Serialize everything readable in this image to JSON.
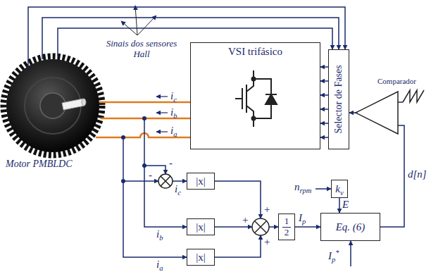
{
  "diagram": {
    "nodes": [
      {
        "text": [
          "VSI trifásico"
        ]
      },
      {
        "text": [
          "Selector de Fases"
        ]
      },
      {
        "text": [
          "|x|"
        ]
      },
      {
        "text": [
          "|x|"
        ]
      },
      {
        "text": [
          "|x|"
        ]
      },
      {
        "text": [
          "1",
          "2"
        ]
      },
      {
        "text": [
          "kv"
        ]
      },
      {
        "text": [
          "Eq. (6)"
        ]
      }
    ],
    "edges": [
      {
        "from": 1,
        "to": 0,
        "arrow": "to"
      },
      {
        "from": 5,
        "to": 7,
        "arrow": "to",
        "label": "Ip"
      },
      {
        "from": 6,
        "to": 7,
        "arrow": "to",
        "label": "E"
      }
    ],
    "labels": [
      "Sinais dos sensores Hall",
      "Motor PMBLDC",
      "ic",
      "ib",
      "ia",
      "ic",
      "ib",
      "ia",
      "-",
      "-",
      "+",
      "+",
      "+",
      "nrpm",
      "Ip*",
      "Comparador",
      "d[n]"
    ]
  }
}
